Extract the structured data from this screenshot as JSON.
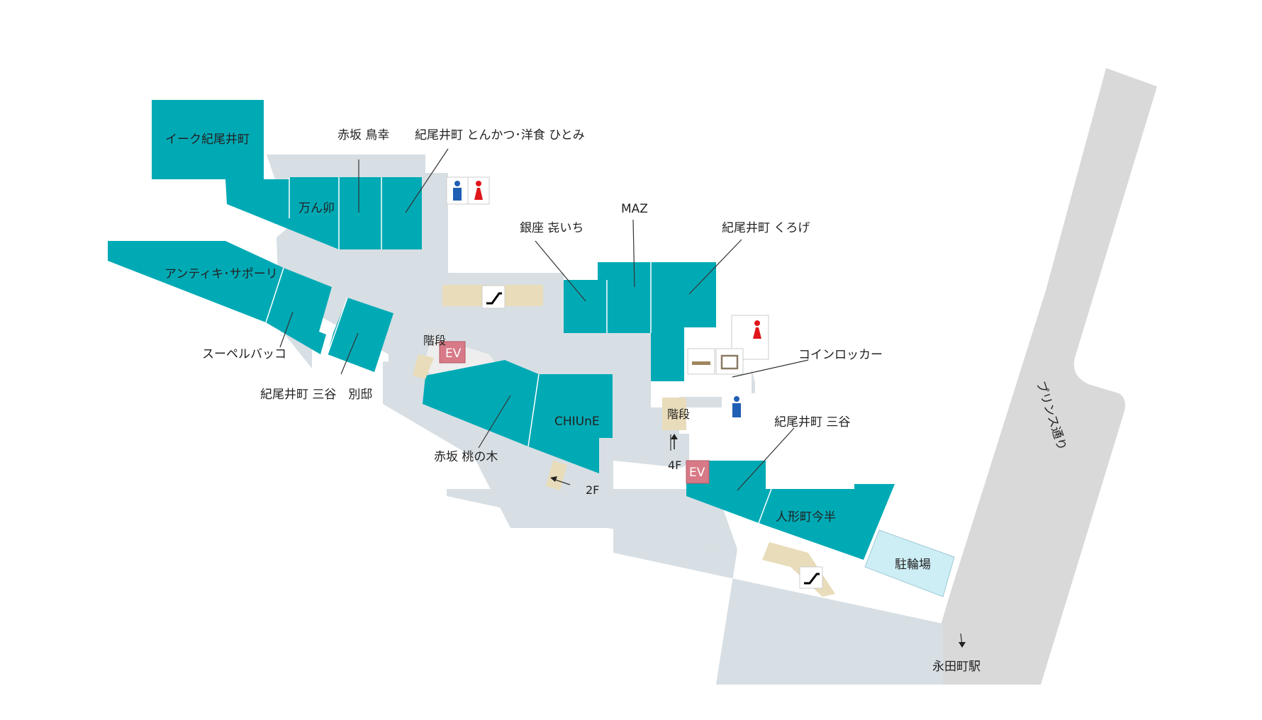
{
  "colors": {
    "shop": "#00aab5",
    "corridor": "#d7dfe4",
    "stairs": "#e9dcba",
    "ev": "#d77986",
    "street": "#d9d9d9",
    "bicycle": "#cdeef5",
    "male": "#1f5fb4",
    "female": "#e0161b"
  },
  "shops": {
    "iiku": "イーク紀尾井町",
    "akasaka_torisachi": "赤坂 鳥幸",
    "hitomi": "紀尾井町 とんかつ･洋食 ひとみ",
    "mannran": "万ん卯",
    "antichi": "アンティキ･サポーリ",
    "super_bacco": "スーペルバッコ",
    "mitani_bettei": "紀尾井町 三谷　別邸",
    "ginza": "銀座 㐂いち",
    "maz": "MAZ",
    "kuroge": "紀尾井町 くろげ",
    "chiune": "CHIUnE",
    "momonoki": "赤坂 桃の木",
    "mitani": "紀尾井町 三谷",
    "imahan": "人形町今半"
  },
  "facilities": {
    "coin_locker": "コインロッカー",
    "bicycle_parking": "駐輪場",
    "stairs_1": "階段",
    "stairs_2": "階段",
    "ev_1": "EV",
    "ev_2": "EV",
    "to_4f": "4F",
    "to_2f": "2F"
  },
  "streets": {
    "prince_dori": "プリンス通り",
    "nagatacho_station": "永田町駅"
  }
}
